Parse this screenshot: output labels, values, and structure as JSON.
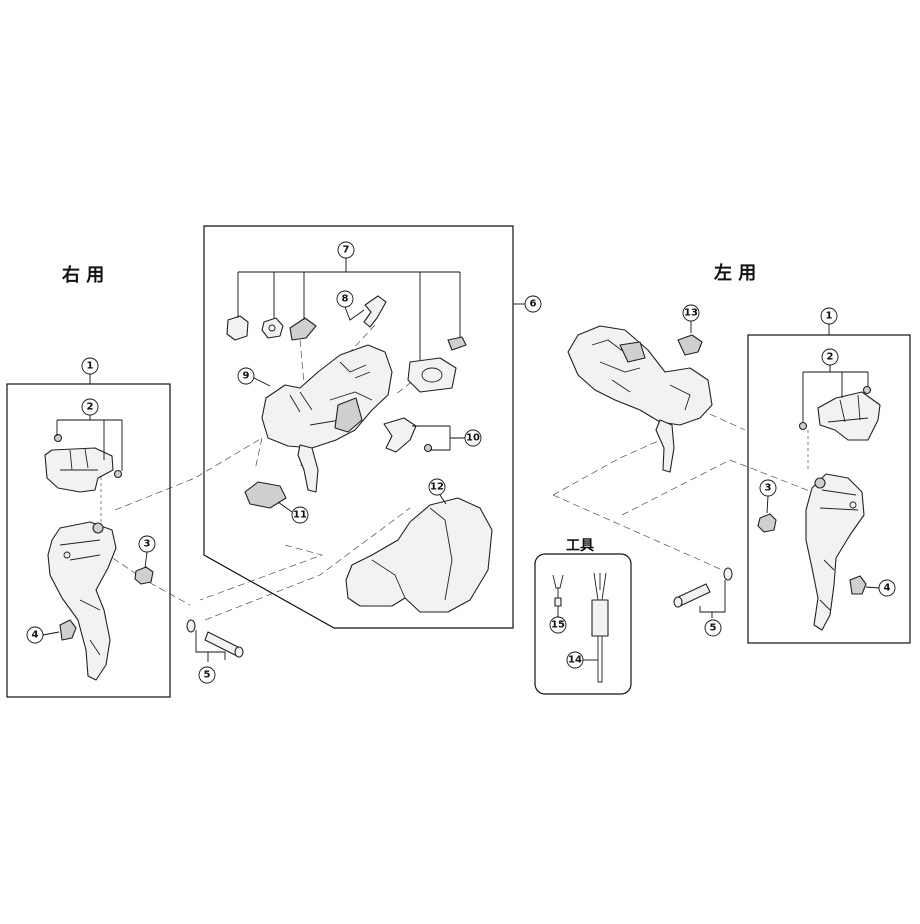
{
  "labels": {
    "right_use": "右 用",
    "left_use": "左 用",
    "tools": "工具"
  },
  "callouts": {
    "n1": "1",
    "n2": "2",
    "n3": "3",
    "n4": "4",
    "n5": "5",
    "n6": "6",
    "n7": "7",
    "n8": "8",
    "n9": "9",
    "n10": "10",
    "n11": "11",
    "n12": "12",
    "n13": "13",
    "n14": "14",
    "n15": "15"
  }
}
